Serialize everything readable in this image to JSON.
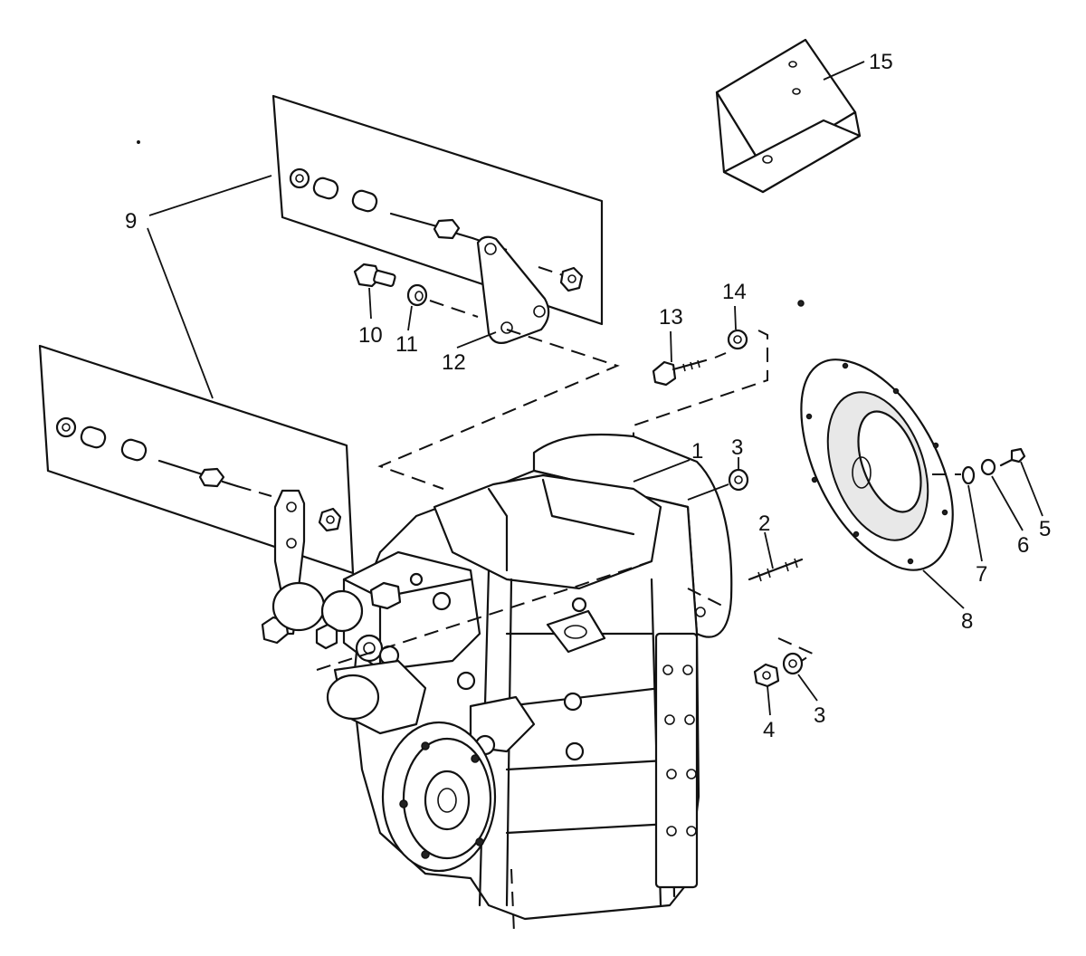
{
  "callouts": [
    {
      "id": "15",
      "label": "15"
    },
    {
      "id": "9",
      "label": "9"
    },
    {
      "id": "14",
      "label": "14"
    },
    {
      "id": "13",
      "label": "13"
    },
    {
      "id": "10",
      "label": "10"
    },
    {
      "id": "11",
      "label": "11"
    },
    {
      "id": "12",
      "label": "12"
    },
    {
      "id": "1",
      "label": "1"
    },
    {
      "id": "3a",
      "label": "3"
    },
    {
      "id": "2",
      "label": "2"
    },
    {
      "id": "8",
      "label": "8"
    },
    {
      "id": "7",
      "label": "7"
    },
    {
      "id": "6",
      "label": "6"
    },
    {
      "id": "5",
      "label": "5"
    },
    {
      "id": "4",
      "label": "4"
    },
    {
      "id": "3b",
      "label": "3"
    }
  ]
}
